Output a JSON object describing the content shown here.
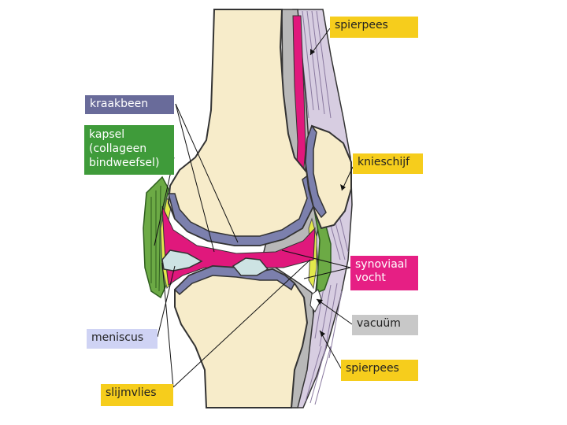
{
  "labels": {
    "spierpees_top": "spierpees",
    "kraakbeen": "kraakbeen",
    "kapsel": "kapsel\n(collageen\nbindweefsel)",
    "knieschijf": "knieschijf",
    "synoviaal": "synoviaal\nvocht",
    "vacuum": "vacuüm",
    "meniscus": "meniscus",
    "spierpees_bottom": "spierpees",
    "slijmvlies": "slijmvlies"
  },
  "colors": {
    "bone": "#f7ecca",
    "cartilage": "#7c80ad",
    "synovial": "#e0187c",
    "capsule": "#6caa45",
    "membrane": "#e3e94b",
    "meniscus": "#cde3e3",
    "tissue": "#b8b8b8",
    "tendon": "#d7cde1",
    "label_yellow": "#f6cd1c",
    "label_kraakbeen": "#696b9a",
    "label_kapsel": "#3f9b3a",
    "label_synoviaal": "#e61f84",
    "label_vacuum": "#c8c8c8",
    "label_meniscus": "#cfd3f4"
  }
}
